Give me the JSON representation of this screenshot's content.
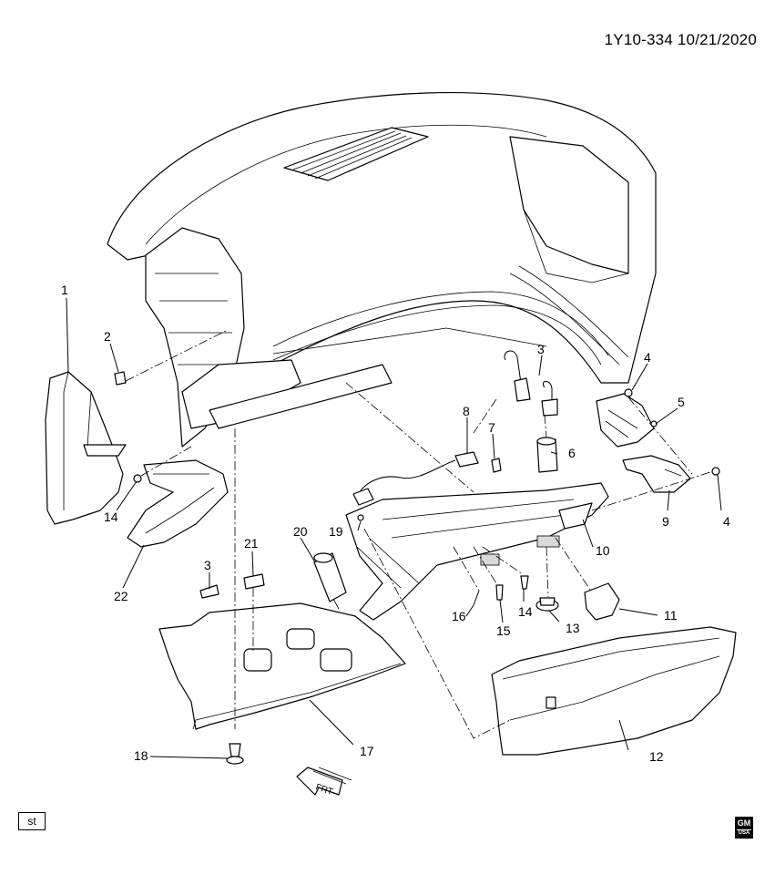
{
  "header": {
    "code": "1Y10-334 10/21/2020"
  },
  "labels": {
    "l1": "1",
    "l2": "2",
    "l3a": "3",
    "l3b": "3",
    "l4a": "4",
    "l4b": "4",
    "l5": "5",
    "l6": "6",
    "l7": "7",
    "l8": "8",
    "l9": "9",
    "l10": "10",
    "l11": "11",
    "l12": "12",
    "l13": "13",
    "l14a": "14",
    "l14b": "14",
    "l15": "15",
    "l16": "16",
    "l17": "17",
    "l18": "18",
    "l19": "19",
    "l20": "20",
    "l21": "21",
    "l22": "22"
  },
  "front_arrow": {
    "text": "FRT"
  },
  "footer": {
    "st_label": "st",
    "logo_text": "GM",
    "logo_sub": "USA"
  }
}
